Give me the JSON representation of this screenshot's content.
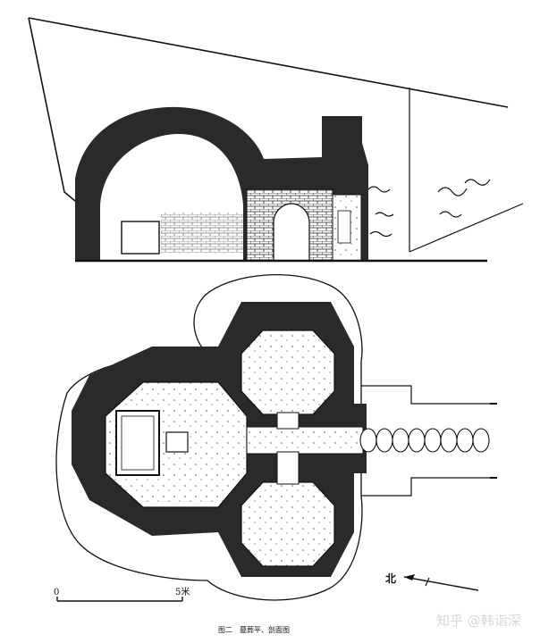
{
  "figure": {
    "caption": "图二　墓葬平、剖面图",
    "scale_bar": {
      "start_label": "0",
      "end_label": "5米"
    },
    "north_label": "北"
  },
  "watermark": "知乎 @韩诣深",
  "colors": {
    "ink": "#111111",
    "hatch": "#2a2a2a",
    "paper": "#ffffff",
    "watermark": "#d8d8d8"
  }
}
